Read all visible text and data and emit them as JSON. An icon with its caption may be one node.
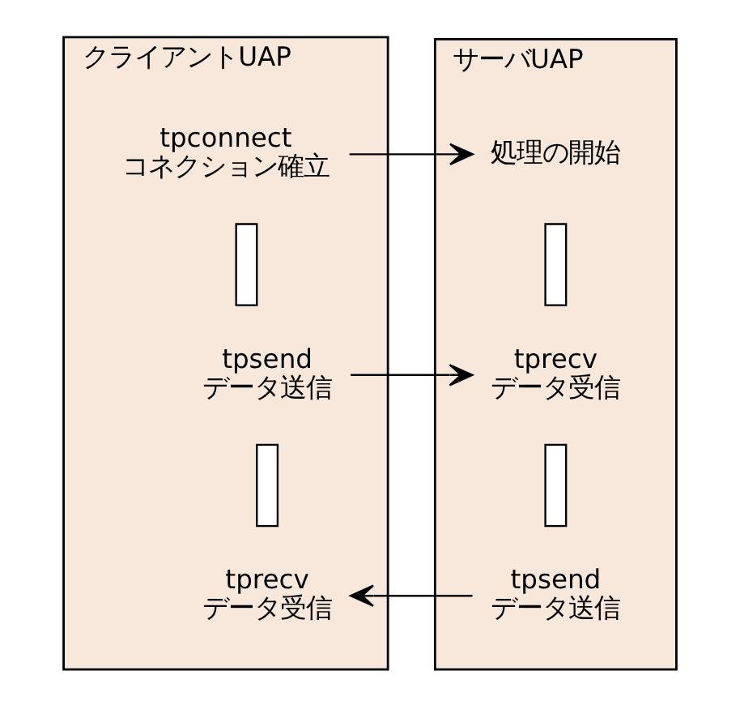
{
  "diagram": {
    "nodes": [
      {
        "text": [
          "クライアントUAP"
        ]
      },
      {
        "text": [
          "tpconnect",
          "コネクション確立"
        ],
        "in": 0
      },
      {
        "text": [],
        "shape": "bar",
        "in": 0
      },
      {
        "text": [
          "tpsend",
          "データ送信"
        ],
        "in": 0
      },
      {
        "text": [],
        "shape": "bar",
        "in": 0
      },
      {
        "text": [
          "tprecv",
          "データ受信"
        ],
        "in": 0
      },
      {
        "text": [
          "サーバUAP"
        ]
      },
      {
        "text": [
          "処理の開始"
        ],
        "in": 6
      },
      {
        "text": [],
        "shape": "bar",
        "in": 6
      },
      {
        "text": [
          "tprecv",
          "データ受信"
        ],
        "in": 6
      },
      {
        "text": [],
        "shape": "bar",
        "in": 6
      },
      {
        "text": [
          "tpsend",
          "データ送信"
        ],
        "in": 6
      }
    ],
    "edges": [
      {
        "from": 1,
        "to": 7,
        "arrow": "to"
      },
      {
        "from": 3,
        "to": 9,
        "arrow": "to"
      },
      {
        "from": 11,
        "to": 5,
        "arrow": "to"
      }
    ]
  }
}
